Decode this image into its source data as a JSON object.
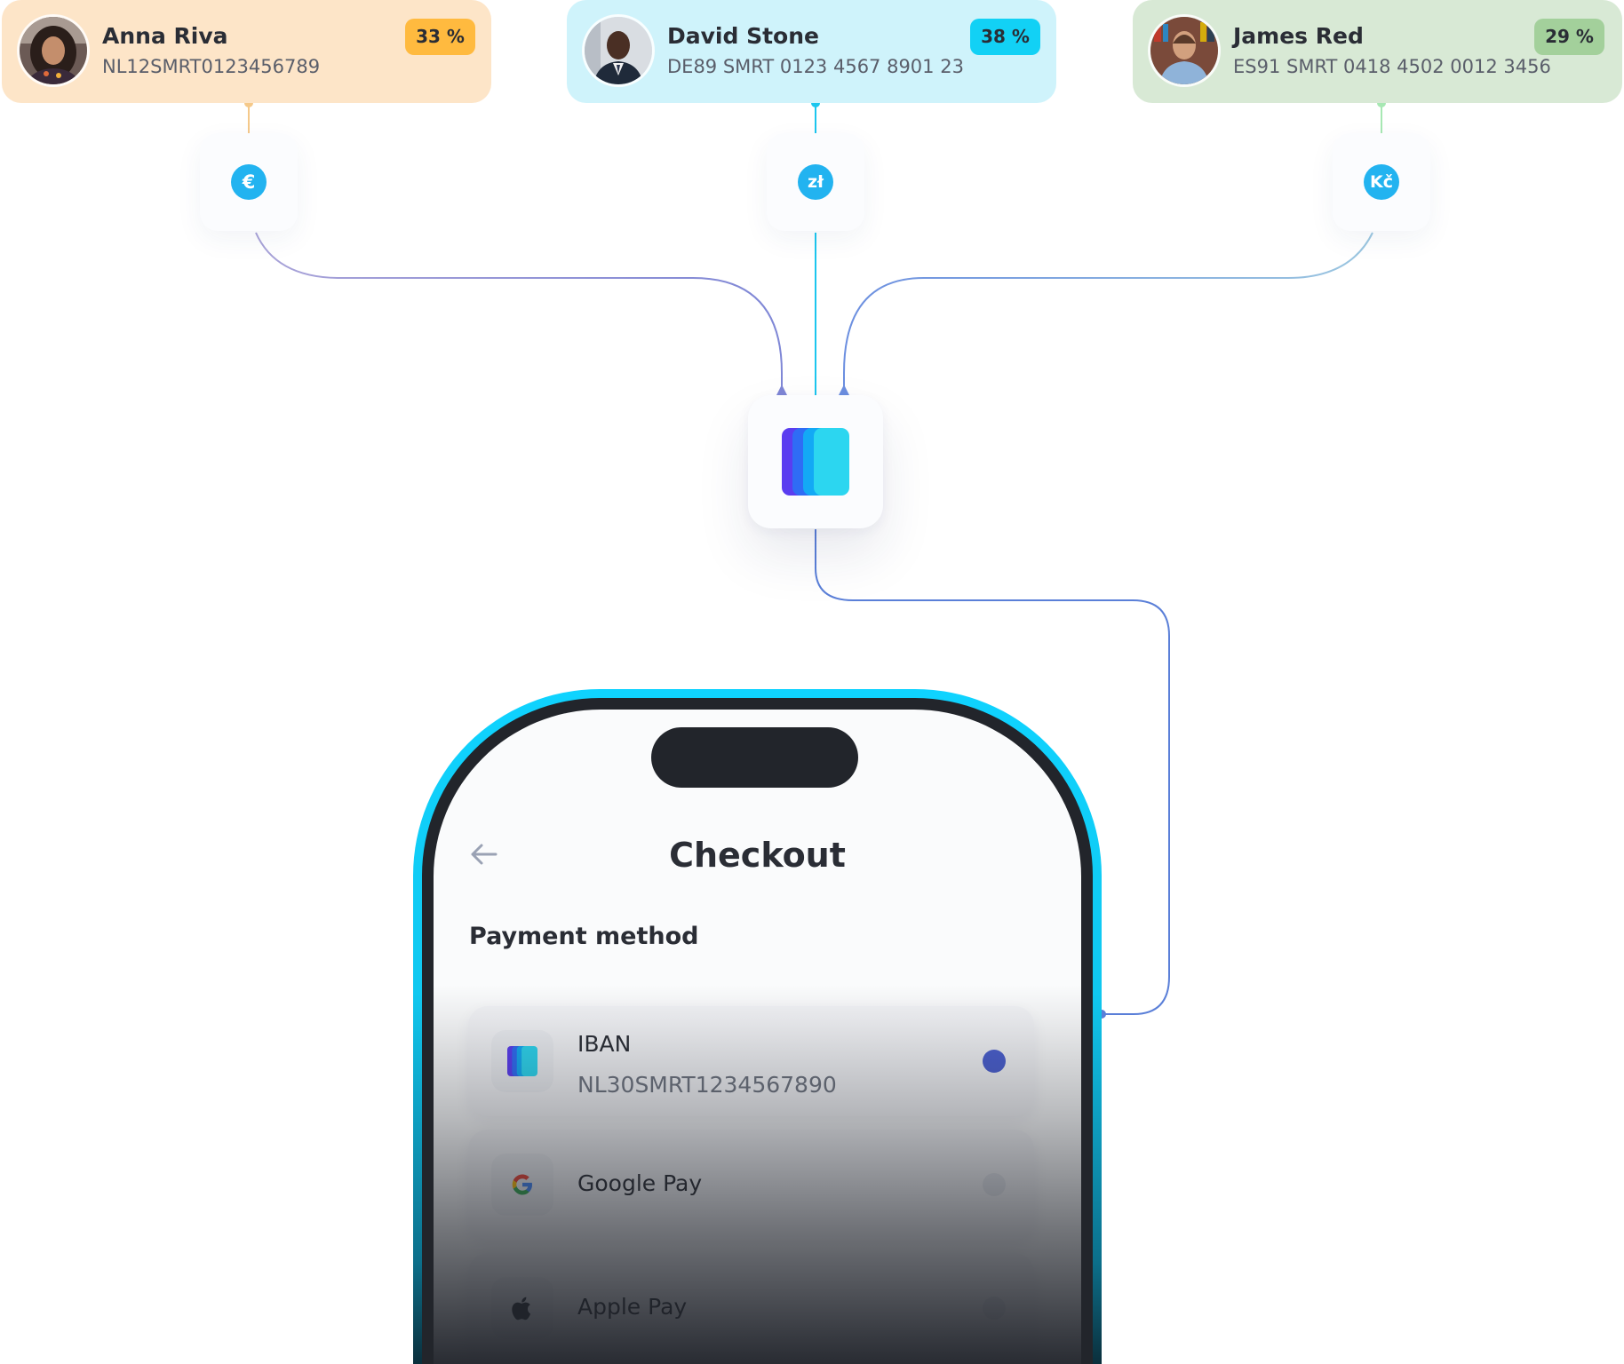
{
  "payers": [
    {
      "name": "Anna Riva",
      "iban": "NL12SMRT0123456789",
      "share": "33 %",
      "card_color": "#fde5c8",
      "badge_color": "#ffba3f",
      "connector_color": "#f5c98a"
    },
    {
      "name": "David Stone",
      "iban": "DE89 SMRT 0123 4567 8901 23",
      "share": "38 %",
      "card_color": "#cff3fb",
      "badge_color": "#12d1f5",
      "connector_color": "#1cc6ee"
    },
    {
      "name": "James Red",
      "iban": "ES91 SMRT 0418 4502 0012 3456",
      "share": "29 %",
      "card_color": "#d8e9d5",
      "badge_color": "#a3d09b",
      "connector_color": "#a7e8b3"
    }
  ],
  "currencies": [
    {
      "symbol": "€",
      "icon": "euro-icon"
    },
    {
      "symbol": "zł",
      "icon": "zloty-icon"
    },
    {
      "symbol": "Kč",
      "icon": "koruna-icon"
    }
  ],
  "hub": {
    "icon": "bank-cards-logo-icon"
  },
  "checkout": {
    "title": "Checkout",
    "back_icon": "arrow-left-icon",
    "section_label": "Payment method",
    "methods": [
      {
        "label": "IBAN",
        "sub": "NL30SMRT1234567890",
        "icon": "bank-cards-logo-icon",
        "selected": true
      },
      {
        "label": "Google Pay",
        "icon": "google-icon",
        "selected": false
      },
      {
        "label": "Apple Pay",
        "icon": "apple-icon",
        "selected": false
      }
    ]
  },
  "colors": {
    "accent_cyan": "#0fd3ff",
    "currency_blue": "#22b3f0",
    "radio_selected": "#4a5fd0",
    "line_blue": "#5a7fd8"
  }
}
